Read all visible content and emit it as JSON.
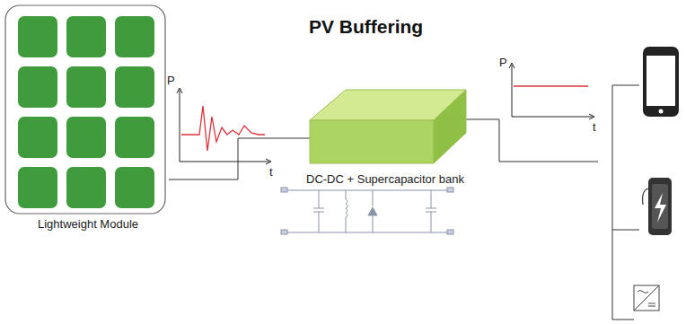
{
  "diagram": {
    "title": "PV Buffering",
    "nodes": [
      {
        "text": [
          "Lightweight Module"
        ]
      },
      {
        "text": [
          "DC-DC + Supercapacitor bank"
        ]
      }
    ],
    "edges": [
      {
        "from": 0,
        "to": 1,
        "arrow": "none"
      }
    ],
    "labels": [
      "P",
      "t",
      "P",
      "t"
    ]
  }
}
